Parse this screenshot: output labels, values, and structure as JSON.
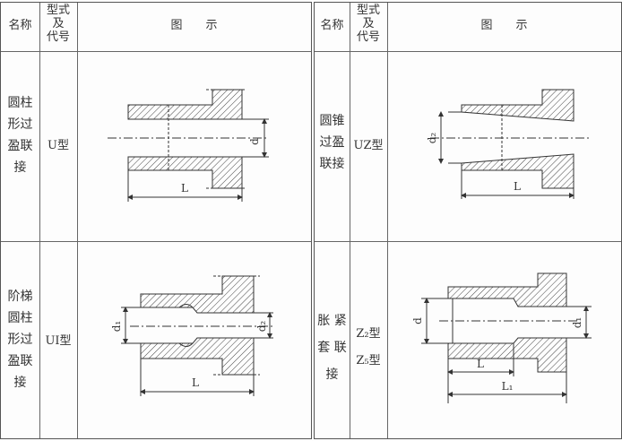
{
  "header": {
    "name": "名称",
    "type_line1": "型式",
    "type_line2": "及",
    "type_line3": "代号",
    "figure": "图　　示"
  },
  "rows": [
    {
      "name": [
        "圆柱",
        "形过",
        "盈联",
        "接"
      ],
      "type": "U型",
      "labels": {
        "d": "d",
        "L": "L"
      }
    },
    {
      "name": [
        "圆锥",
        "过盈",
        "联接"
      ],
      "type": "UZ型",
      "labels": {
        "d2": "d₂",
        "L": "L"
      }
    },
    {
      "name": [
        "阶梯",
        "圆柱",
        "形过",
        "盈联",
        "接"
      ],
      "type": "UI型",
      "labels": {
        "d1": "d₁",
        "d2": "d₂",
        "L": "L"
      }
    },
    {
      "name": [
        "胀 紧",
        "套 联",
        "接"
      ],
      "type": [
        "Z₂型",
        "Z₅型"
      ],
      "labels": {
        "d": "d",
        "d1": "d₁",
        "L": "L",
        "L1": "L₁"
      }
    }
  ]
}
